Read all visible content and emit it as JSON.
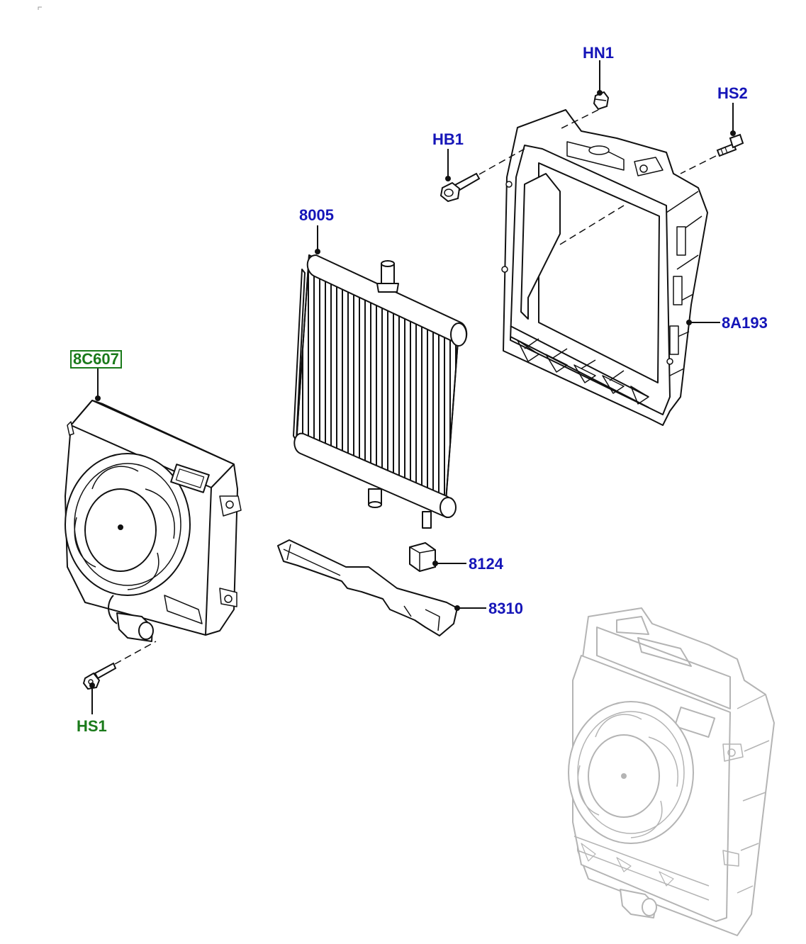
{
  "colors": {
    "callout_primary": "#1515b8",
    "callout_highlight": "#1a7a1a",
    "line_art": "#111111",
    "ghost_art": "#b4b4b4"
  },
  "callouts": {
    "hn1": "HN1",
    "hs2": "HS2",
    "hb1": "HB1",
    "p8005": "8005",
    "p8a193": "8A193",
    "p8c607": "8C607",
    "p8124": "8124",
    "p8310": "8310",
    "hs1": "HS1"
  }
}
